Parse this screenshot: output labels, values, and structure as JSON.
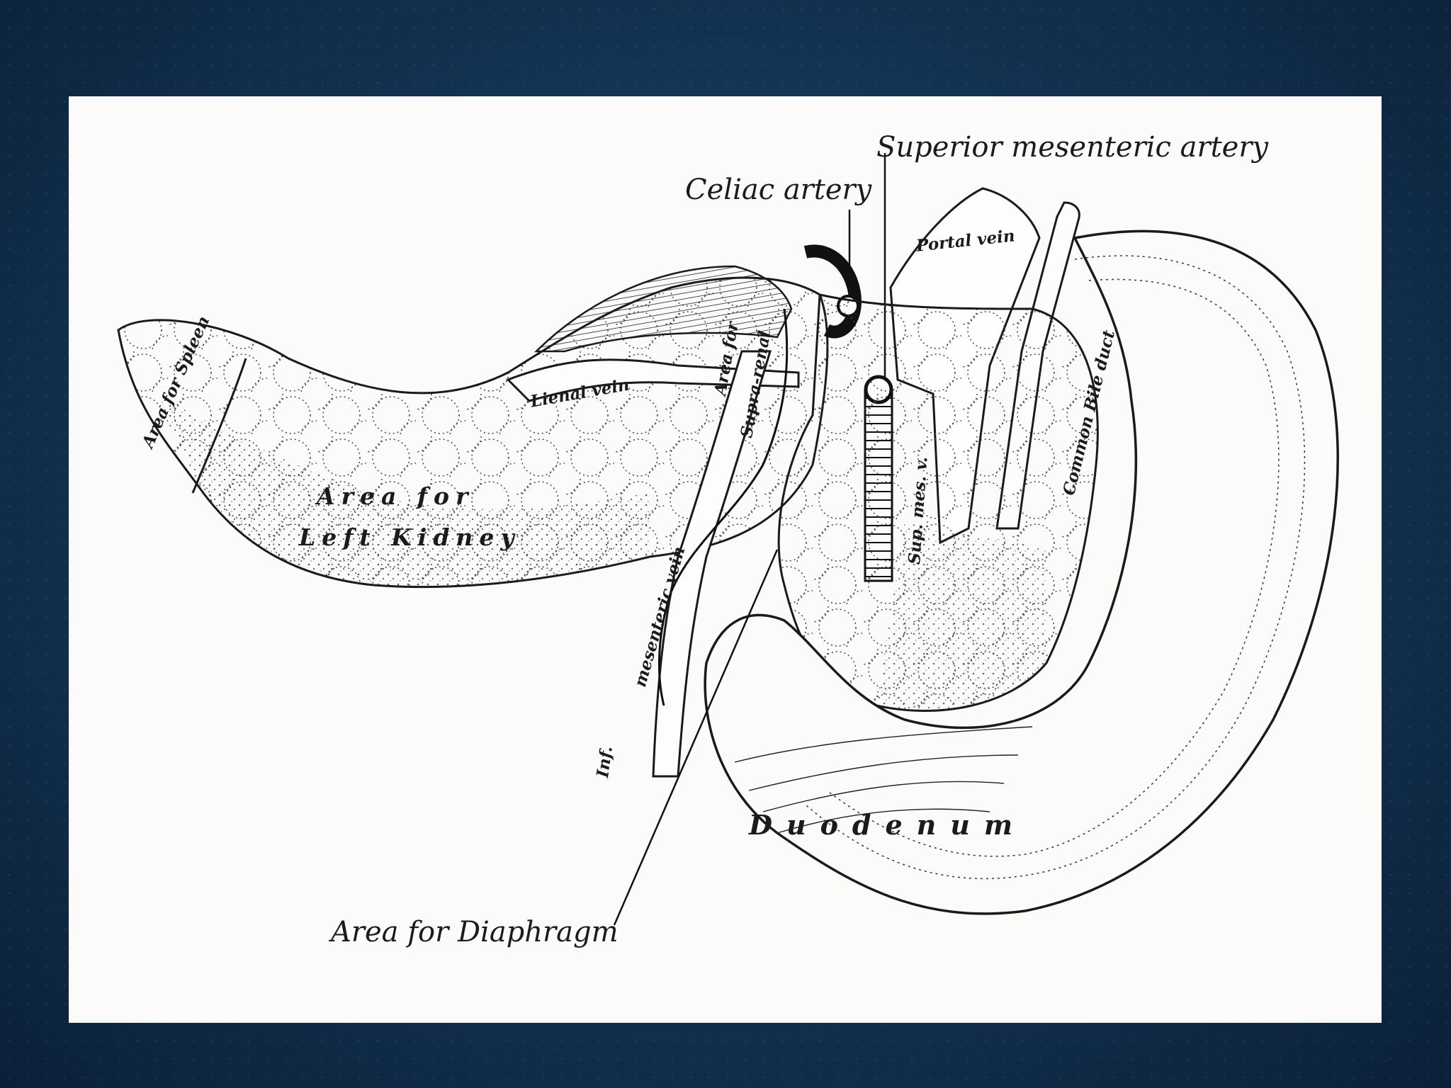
{
  "labels": {
    "superior_mesenteric_artery": "Superior mesenteric artery",
    "celiac_artery": "Celiac artery",
    "portal_vein": "Portal vein",
    "common_bile_duct": "Common Bile duct",
    "area_for_spleen": "Area for Spleen",
    "lienal_vein": "Lienal vein",
    "area_for_left_kidney_1": "Area for",
    "area_for_left_kidney_2": "Left Kidney",
    "area_for": "Area for",
    "supra_renal": "Supra-renal",
    "sup_mes_v": "Sup. mes. v.",
    "inf_mesenteric_vein_1": "Inf.",
    "inf_mesenteric_vein_2": "mesenteric vein",
    "duodenum": "Duodenum",
    "area_for_diaphragm": "Area for Diaphragm"
  },
  "colors": {
    "slide_background": "#143656",
    "panel": "#fbfbf9",
    "ink": "#1b1b1b"
  }
}
